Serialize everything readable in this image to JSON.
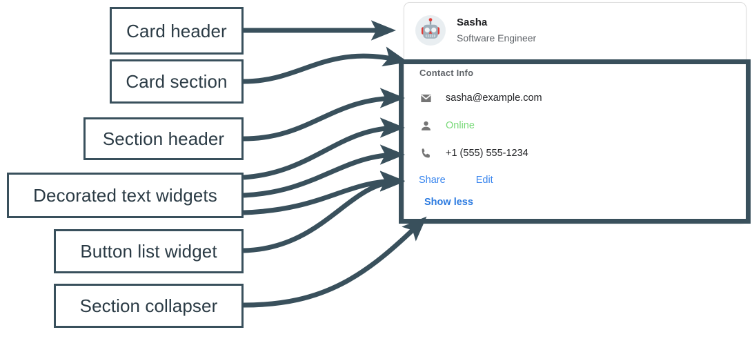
{
  "annotations": [
    {
      "id": "card-header",
      "label": "Card header"
    },
    {
      "id": "card-section",
      "label": "Card section"
    },
    {
      "id": "section-header",
      "label": "Section header"
    },
    {
      "id": "decorated-text",
      "label": "Decorated text widgets"
    },
    {
      "id": "button-list",
      "label": "Button list widget"
    },
    {
      "id": "section-collapser",
      "label": "Section collapser"
    }
  ],
  "card": {
    "header": {
      "avatar_icon": "robot-avatar-icon",
      "title": "Sasha",
      "subtitle": "Software Engineer"
    },
    "section": {
      "header": "Contact Info",
      "rows": [
        {
          "icon": "mail-icon",
          "text": "sasha@example.com",
          "color": "#202124"
        },
        {
          "icon": "person-icon",
          "text": "Online",
          "color": "#78d978"
        },
        {
          "icon": "phone-icon",
          "text": "+1 (555) 555-1234",
          "color": "#202124"
        }
      ],
      "buttons": [
        {
          "label": "Share"
        },
        {
          "label": "Edit"
        }
      ],
      "collapser": {
        "label": "Show less"
      }
    }
  },
  "colors": {
    "annotation_stroke": "#39505c",
    "link_blue": "#3a86ee",
    "collapser_blue": "#2b7ae0",
    "status_green": "#78d978",
    "muted_text": "#5f6368",
    "body_text": "#202124",
    "card_border": "#dcdcdc"
  }
}
